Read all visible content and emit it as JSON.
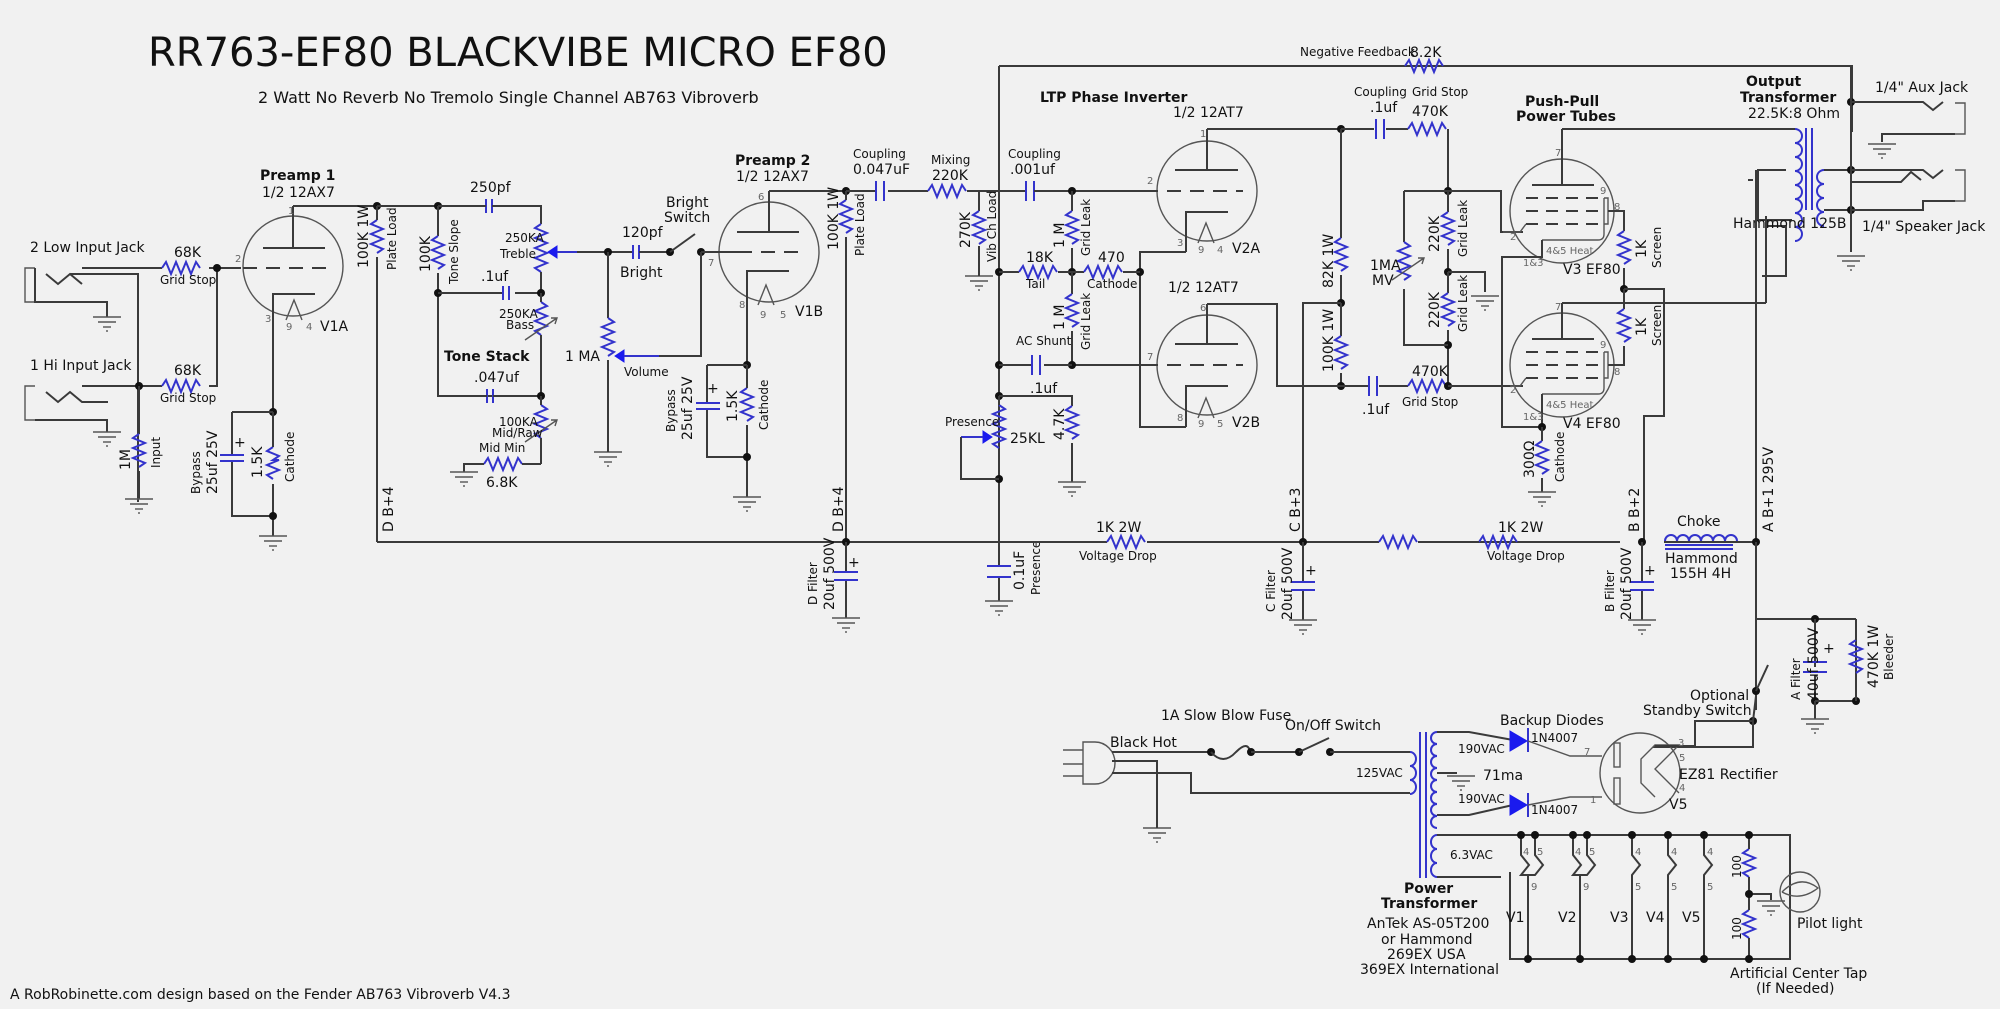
{
  "title": "RR763-EF80 BLACKVIBE MICRO EF80",
  "subtitle": "2 Watt No Reverb No Tremolo Single Channel AB763 Vibroverb",
  "footer": "A RobRobinette.com design based on the Fender AB763 Vibroverb  V4.3",
  "colors": {
    "wire": "#3a3a3a",
    "component": "#3333cc",
    "background": "#f1f1f1"
  },
  "inputs": {
    "low_jack": "2 Low Input Jack",
    "hi_jack": "1 Hi Input Jack",
    "grid_stop_1": "68K",
    "grid_stop_2": "68K",
    "grid_stop_label": "Grid Stop",
    "input_res": "1M",
    "input_res_label": "Input"
  },
  "preamp1": {
    "title": "Preamp 1",
    "tube": "1/2 12AX7",
    "ref": "V1A",
    "pins": {
      "plate": "1",
      "grid": "2",
      "cathode": "3",
      "h1": "9",
      "h2": "4"
    },
    "plate_load": "100K 1W",
    "plate_load_label": "Plate Load",
    "bypass": "Bypass",
    "bypass_val": "25uf 25V",
    "cathode_res": "1.5K",
    "cathode_label": "Cathode",
    "rail": "D  B+4"
  },
  "tone_stack": {
    "title": "Tone Stack",
    "treble_cap": "250pf",
    "tone_slope": "100K",
    "tone_slope_label": "Tone Slope",
    "treble_pot": "250KA",
    "treble_label": "Treble",
    "bass_cap": ".1uf",
    "bass_pot": "250KA",
    "bass_label": "Bass",
    "mid_cap": ".047uf",
    "mid_pot": "100KA",
    "mid_label": "Mid/Raw",
    "mid_min_label": "Mid Min",
    "mid_min_res": "6.8K"
  },
  "volume": {
    "pot": "1 MA",
    "label": "Volume",
    "bright_cap": "120pf",
    "bright_label": "Bright",
    "bright_switch": [
      "Bright",
      "Switch"
    ]
  },
  "preamp2": {
    "title": "Preamp 2",
    "tube": "1/2 12AX7",
    "ref": "V1B",
    "pins": {
      "plate": "6",
      "grid": "7",
      "cathode": "8",
      "h1": "9",
      "h2": "5"
    },
    "plate_load": "100K 1W",
    "plate_load_label": "Plate Load",
    "bypass": "Bypass",
    "bypass_val": "25uf 25V",
    "cathode_res": "1.5K",
    "cathode_label": "Cathode",
    "rail": "D  B+4"
  },
  "mixing": {
    "coupling_label": "Coupling",
    "coupling_val": "0.047uF",
    "mixing_label": "Mixing",
    "mixing_val": "220K",
    "vib_load": "270K",
    "vib_load_label": "Vib Ch Load"
  },
  "phase_inverter": {
    "title": "LTP Phase Inverter",
    "coupling_label": "Coupling",
    "coupling_val": ".001uf",
    "tube_a": "1/2 12AT7",
    "ref_a": "V2A",
    "pins_a": {
      "plate": "1",
      "grid": "2",
      "cathode": "3",
      "h1": "9",
      "h2": "4"
    },
    "tube_b": "1/2 12AT7",
    "ref_b": "V2B",
    "pins_b": {
      "plate": "6",
      "grid": "7",
      "cathode": "8",
      "h1": "9",
      "h2": "5"
    },
    "grid_leak_1": "1 M",
    "grid_leak_2": "1 M",
    "grid_leak_label": "Grid Leak",
    "tail": "18K",
    "tail_label": "Tail",
    "cathode_res": "470",
    "cathode_label": "Cathode",
    "ac_shunt_label": "AC Shunt",
    "ac_shunt_val": ".1uf",
    "presence_cap": ".1uf",
    "presence_pot": "25KL",
    "presence_label": "Presence",
    "presence_res": "4.7K",
    "plate_res_a": "82K 1W",
    "plate_res_b": "100K 1W",
    "presence_cap2": "0.1uF",
    "presence_cap2_label": "Presence"
  },
  "feedback": {
    "label": "Negative Feedback",
    "value": "8.2K"
  },
  "power_tubes": {
    "title": [
      "Push-Pull",
      "Power Tubes"
    ],
    "coupling_label": "Coupling",
    "coupling_val": ".1uf",
    "coupling_val2": ".1uf",
    "grid_stop_label": "Grid Stop",
    "grid_stop_1": "470K",
    "grid_stop_2": "470K",
    "grid_leak_1": "220K",
    "grid_leak_2": "220K",
    "grid_leak_label": "Grid Leak",
    "mv_pot": "1MA",
    "mv_label": "MV",
    "v3": "V3 EF80",
    "v4": "V4 EF80",
    "heat_label": "4&5 Heat",
    "cathode_pins": "1&3",
    "pins": {
      "plate": "7",
      "g3": "9",
      "g2": "8",
      "g1": "2"
    },
    "screen_res_1": "1K",
    "screen_res_2": "1K",
    "screen_label": "Screen",
    "cathode_res": "300Ω",
    "cathode_label": "Cathode"
  },
  "output": {
    "title": [
      "Output",
      "Transformer"
    ],
    "ratio": "22.5K:8 Ohm",
    "model": "Hammond 125B",
    "aux_jack": "1/4\" Aux Jack",
    "speaker_jack": "1/4\" Speaker Jack"
  },
  "supply": {
    "rail_d": "D  B+4",
    "rail_c": "C  B+3",
    "rail_b": "B  B+2",
    "rail_a": "A  B+1 295V",
    "drop_1": "1K 2W",
    "drop_2": "1K 2W",
    "drop_label": "Voltage Drop",
    "d_filter": "D Filter",
    "d_filter_val": "20uf 500V",
    "c_filter": "C Filter",
    "c_filter_val": "20uf 500V",
    "b_filter": "B Filter",
    "b_filter_val": "20uf 500V",
    "a_filter": "A Filter",
    "a_filter_val": "40uf 500V",
    "choke_label": "Choke",
    "choke_model": [
      "Hammond",
      "155H 4H"
    ],
    "bleeder": "470K 1W",
    "bleeder_label": "Bleeder",
    "standby": [
      "Optional",
      "Standby Switch"
    ]
  },
  "mains": {
    "fuse": "1A Slow Blow Fuse",
    "switch": "On/Off Switch",
    "hot": "Black Hot",
    "primary": "125VAC"
  },
  "power_transformer": {
    "title": [
      "Power",
      "Transformer"
    ],
    "models": [
      "AnTek AS-05T200",
      "or Hammond",
      "269EX USA",
      "369EX International"
    ],
    "hv_1": "190VAC",
    "hv_2": "190VAC",
    "current": "71ma",
    "heater": "6.3VAC"
  },
  "rectifier": {
    "diodes_label": "Backup Diodes",
    "diode_1": "1N4007",
    "diode_2": "1N4007",
    "label": "EZ81 Rectifier",
    "ref": "V5",
    "pins": {
      "a1": "7",
      "a2": "1",
      "k": "3",
      "h1": "5",
      "h2": "4"
    }
  },
  "heaters": {
    "tubes": [
      {
        "ref": "V1",
        "pins": [
          "4",
          "5",
          "9"
        ]
      },
      {
        "ref": "V2",
        "pins": [
          "4",
          "5",
          "9"
        ]
      },
      {
        "ref": "V3",
        "pins": [
          "4",
          "5"
        ]
      },
      {
        "ref": "V4",
        "pins": [
          "4",
          "5"
        ]
      },
      {
        "ref": "V5",
        "pins": [
          "4",
          "5"
        ]
      }
    ],
    "ct_res_1": "100",
    "ct_res_2": "100",
    "ct_label": [
      "Artificial Center Tap",
      "(If Needed)"
    ],
    "pilot": "Pilot light"
  }
}
